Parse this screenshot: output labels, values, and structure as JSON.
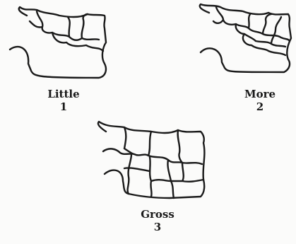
{
  "panels": [
    {
      "label": "Little",
      "number": "1"
    },
    {
      "label": "More",
      "number": "2"
    },
    {
      "label": "Gross",
      "number": "3"
    }
  ],
  "colors": {
    "ink": "#1a1a1a",
    "background": "#fbfbfa"
  }
}
